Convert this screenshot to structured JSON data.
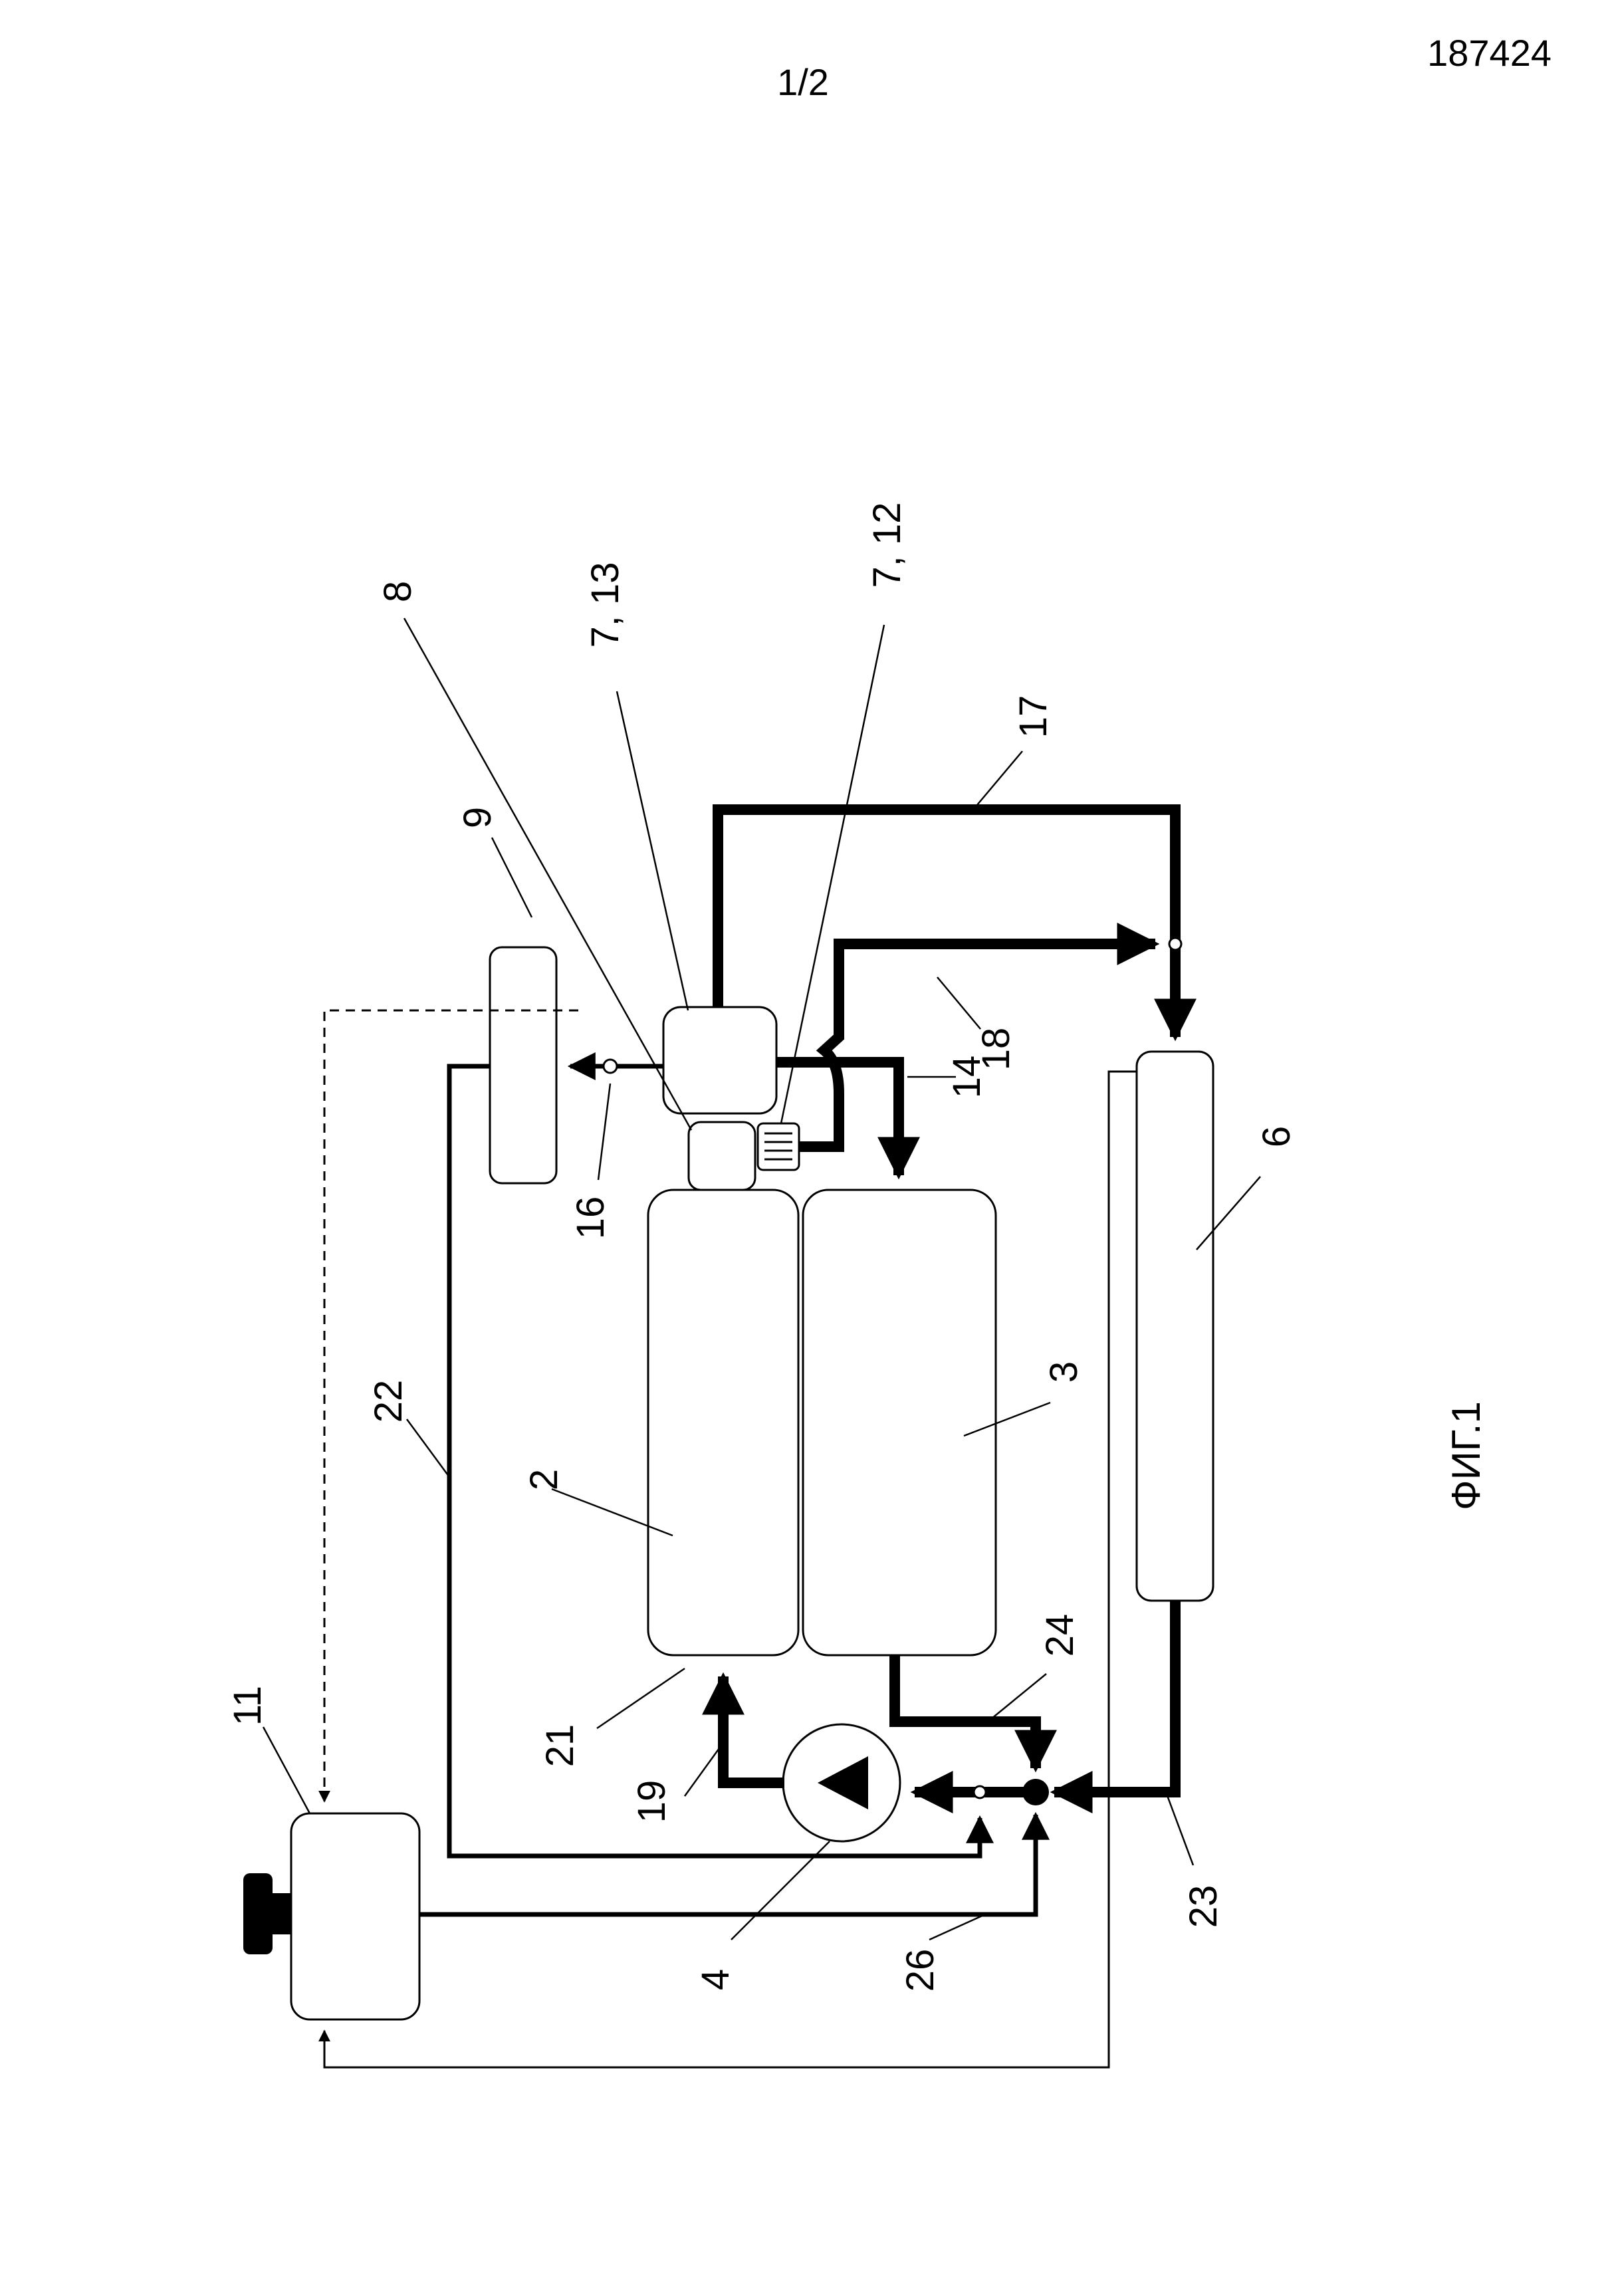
{
  "header": {
    "document_number": "187424",
    "page_number": "1/2"
  },
  "figure": {
    "caption": "ФИГ.1",
    "callouts": {
      "c2": "2",
      "c3": "3",
      "c4": "4",
      "c6": "6",
      "c8": "8",
      "c9": "9",
      "c11": "11",
      "c14": "14",
      "c16": "16",
      "c17": "17",
      "c18": "18",
      "c19": "19",
      "c21": "21",
      "c22": "22",
      "c23": "23",
      "c24": "24",
      "c26": "26",
      "c7_13": "7, 13",
      "c7_12": "7, 12"
    }
  }
}
